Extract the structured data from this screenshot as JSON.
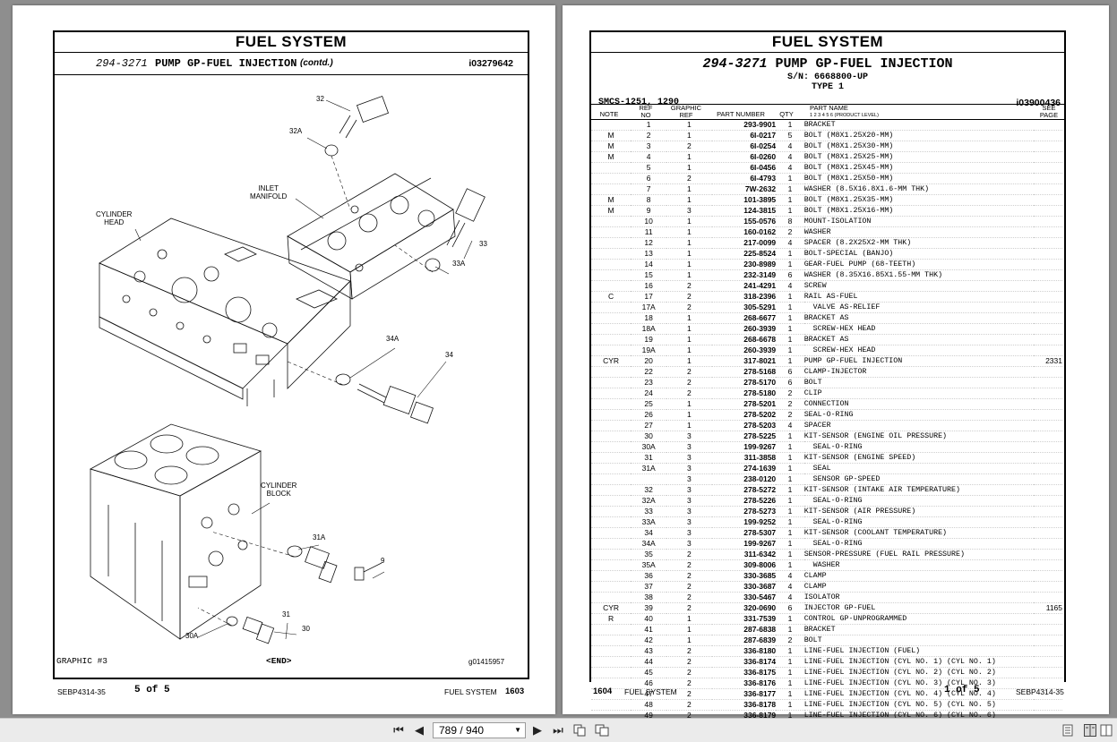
{
  "left_page": {
    "title": "FUEL SYSTEM",
    "part_number": "294-3271",
    "part_name": "PUMP GP-FUEL INJECTION",
    "contd": "(contd.)",
    "illustration_id": "i03279642",
    "labels": {
      "l32": "32",
      "l32a": "32A",
      "inlet_manifold": "INLET\nMANIFOLD",
      "cylinder_head": "CYLINDER\nHEAD",
      "l33": "33",
      "l33a": "33A",
      "l34a": "34A",
      "l34": "34",
      "cylinder_block": "CYLINDER\nBLOCK",
      "l31a": "31A",
      "l9": "9",
      "l31": "31",
      "l30": "30",
      "l30a": "30A"
    },
    "graphic": "GRAPHIC #3",
    "end": "<END>",
    "graphic_id": "g01415957",
    "footer_doc": "SEBP4314-35",
    "footer_pages": "5 of 5",
    "footer_section": "FUEL SYSTEM",
    "footer_page_no": "1603"
  },
  "right_page": {
    "title": "FUEL SYSTEM",
    "part_number": "294-3271",
    "part_name": "PUMP GP-FUEL INJECTION",
    "serial": "S/N: 6668800-UP",
    "type": "TYPE 1",
    "smcs": "SMCS-1251, 1290",
    "illustration_id": "i03900436",
    "headers": {
      "note": "NOTE",
      "ref": "REF\nNO",
      "graphic_ref": "GRAPHIC\nREF",
      "part_number": "PART NUMBER",
      "qty": "QTY",
      "part_name": "PART NAME",
      "levels": "1  2  3  4  5  6  (PRODUCT LEVEL)",
      "see_page": "SEE\nPAGE"
    },
    "rows": [
      [
        "",
        "1",
        "1",
        "293-9901",
        "1",
        "BRACKET",
        ""
      ],
      [
        "M",
        "2",
        "1",
        "6I-0217",
        "5",
        "BOLT (M8X1.25X20-MM)",
        ""
      ],
      [
        "M",
        "3",
        "2",
        "6I-0254",
        "4",
        "BOLT (M8X1.25X30-MM)",
        ""
      ],
      [
        "M",
        "4",
        "1",
        "6I-0260",
        "4",
        "BOLT (M8X1.25X25-MM)",
        ""
      ],
      [
        "",
        "5",
        "1",
        "6I-0456",
        "4",
        "BOLT (M8X1.25X45-MM)",
        ""
      ],
      [
        "",
        "6",
        "2",
        "6I-4793",
        "1",
        "BOLT (M8X1.25X50-MM)",
        ""
      ],
      [
        "",
        "7",
        "1",
        "7W-2632",
        "1",
        "WASHER (8.5X16.8X1.6-MM THK)",
        ""
      ],
      [
        "M",
        "8",
        "1",
        "101-3895",
        "1",
        "BOLT (M8X1.25X35-MM)",
        ""
      ],
      [
        "M",
        "9",
        "3",
        "124-3815",
        "1",
        "BOLT (M8X1.25X16-MM)",
        ""
      ],
      [
        "",
        "10",
        "1",
        "155-0576",
        "8",
        "MOUNT-ISOLATION",
        ""
      ],
      [
        "",
        "11",
        "1",
        "160-0162",
        "2",
        "WASHER",
        ""
      ],
      [
        "",
        "12",
        "1",
        "217-0099",
        "4",
        "SPACER (8.2X25X2-MM THK)",
        ""
      ],
      [
        "",
        "13",
        "1",
        "225-8524",
        "1",
        "BOLT-SPECIAL (BANJO)",
        ""
      ],
      [
        "",
        "14",
        "1",
        "230-8989",
        "1",
        "GEAR-FUEL PUMP (68-TEETH)",
        ""
      ],
      [
        "",
        "15",
        "1",
        "232-3149",
        "6",
        "WASHER (8.35X16.85X1.55-MM THK)",
        ""
      ],
      [
        "",
        "16",
        "2",
        "241-4291",
        "4",
        "SCREW",
        ""
      ],
      [
        "C",
        "17",
        "2",
        "318-2396",
        "1",
        "RAIL AS-FUEL",
        ""
      ],
      [
        "",
        "17A",
        "2",
        "305-5291",
        "1",
        "  VALVE AS-RELIEF",
        ""
      ],
      [
        "",
        "18",
        "1",
        "268-6677",
        "1",
        "BRACKET AS",
        ""
      ],
      [
        "",
        "18A",
        "1",
        "260-3939",
        "1",
        "  SCREW-HEX HEAD",
        ""
      ],
      [
        "",
        "19",
        "1",
        "268-6678",
        "1",
        "BRACKET AS",
        ""
      ],
      [
        "",
        "19A",
        "1",
        "260-3939",
        "1",
        "  SCREW-HEX HEAD",
        ""
      ],
      [
        "CYR",
        "20",
        "1",
        "317-8021",
        "1",
        "PUMP GP-FUEL INJECTION",
        "2331"
      ],
      [
        "",
        "22",
        "2",
        "278-5168",
        "6",
        "CLAMP-INJECTOR",
        ""
      ],
      [
        "",
        "23",
        "2",
        "278-5170",
        "6",
        "BOLT",
        ""
      ],
      [
        "",
        "24",
        "2",
        "278-5180",
        "2",
        "CLIP",
        ""
      ],
      [
        "",
        "25",
        "1",
        "278-5201",
        "2",
        "CONNECTION",
        ""
      ],
      [
        "",
        "26",
        "1",
        "278-5202",
        "2",
        "SEAL-O-RING",
        ""
      ],
      [
        "",
        "27",
        "1",
        "278-5203",
        "4",
        "SPACER",
        ""
      ],
      [
        "",
        "30",
        "3",
        "278-5225",
        "1",
        "KIT-SENSOR (ENGINE OIL PRESSURE)",
        ""
      ],
      [
        "",
        "30A",
        "3",
        "199-9267",
        "1",
        "  SEAL-O-RING",
        ""
      ],
      [
        "",
        "31",
        "3",
        "311-3858",
        "1",
        "KIT-SENSOR (ENGINE SPEED)",
        ""
      ],
      [
        "",
        "31A",
        "3",
        "274-1639",
        "1",
        "  SEAL",
        ""
      ],
      [
        "",
        "",
        "3",
        "238-0120",
        "1",
        "  SENSOR GP-SPEED",
        ""
      ],
      [
        "",
        "32",
        "3",
        "278-5272",
        "1",
        "KIT-SENSOR (INTAKE AIR TEMPERATURE)",
        ""
      ],
      [
        "",
        "32A",
        "3",
        "278-5226",
        "1",
        "  SEAL-O-RING",
        ""
      ],
      [
        "",
        "33",
        "3",
        "278-5273",
        "1",
        "KIT-SENSOR (AIR PRESSURE)",
        ""
      ],
      [
        "",
        "33A",
        "3",
        "199-9252",
        "1",
        "  SEAL-O-RING",
        ""
      ],
      [
        "",
        "34",
        "3",
        "278-5307",
        "1",
        "KIT-SENSOR (COOLANT TEMPERATURE)",
        ""
      ],
      [
        "",
        "34A",
        "3",
        "199-9267",
        "1",
        "  SEAL-O-RING",
        ""
      ],
      [
        "",
        "35",
        "2",
        "311-6342",
        "1",
        "SENSOR-PRESSURE (FUEL RAIL PRESSURE)",
        ""
      ],
      [
        "",
        "35A",
        "2",
        "309-8006",
        "1",
        "  WASHER",
        ""
      ],
      [
        "",
        "36",
        "2",
        "330-3685",
        "4",
        "CLAMP",
        ""
      ],
      [
        "",
        "37",
        "2",
        "330-3687",
        "4",
        "CLAMP",
        ""
      ],
      [
        "",
        "38",
        "2",
        "330-5467",
        "4",
        "ISOLATOR",
        ""
      ],
      [
        "CYR",
        "39",
        "2",
        "320-0690",
        "6",
        "INJECTOR GP-FUEL",
        "1165"
      ],
      [
        "R",
        "40",
        "1",
        "331-7539",
        "1",
        "CONTROL GP-UNPROGRAMMED",
        ""
      ],
      [
        "",
        "41",
        "1",
        "287-6838",
        "1",
        "BRACKET",
        ""
      ],
      [
        "",
        "42",
        "1",
        "287-6839",
        "2",
        "BOLT",
        ""
      ],
      [
        "",
        "43",
        "2",
        "336-8180",
        "1",
        "LINE-FUEL INJECTION (FUEL)",
        ""
      ],
      [
        "",
        "44",
        "2",
        "336-8174",
        "1",
        "LINE-FUEL INJECTION (CYL NO. 1) (CYL NO. 1)",
        ""
      ],
      [
        "",
        "45",
        "2",
        "336-8175",
        "1",
        "LINE-FUEL INJECTION (CYL NO. 2) (CYL NO. 2)",
        ""
      ],
      [
        "",
        "46",
        "2",
        "336-8176",
        "1",
        "LINE-FUEL INJECTION (CYL NO. 3) (CYL NO. 3)",
        ""
      ],
      [
        "",
        "47",
        "2",
        "336-8177",
        "1",
        "LINE-FUEL INJECTION (CYL NO. 4) (CYL NO. 4)",
        ""
      ],
      [
        "",
        "48",
        "2",
        "336-8178",
        "1",
        "LINE-FUEL INJECTION (CYL NO. 5) (CYL NO. 5)",
        ""
      ],
      [
        "",
        "49",
        "2",
        "336-8179",
        "1",
        "LINE-FUEL INJECTION (CYL NO. 6) (CYL NO. 6)",
        ""
      ]
    ],
    "footer_page_no": "1604",
    "footer_section": "FUEL SYSTEM",
    "footer_pages": "1 of 5",
    "footer_doc": "SEBP4314-35"
  },
  "toolbar": {
    "first": "⏮",
    "prev_jump": "◀",
    "page_indicator": "789 / 940",
    "next": "▶",
    "last": "⏭"
  }
}
